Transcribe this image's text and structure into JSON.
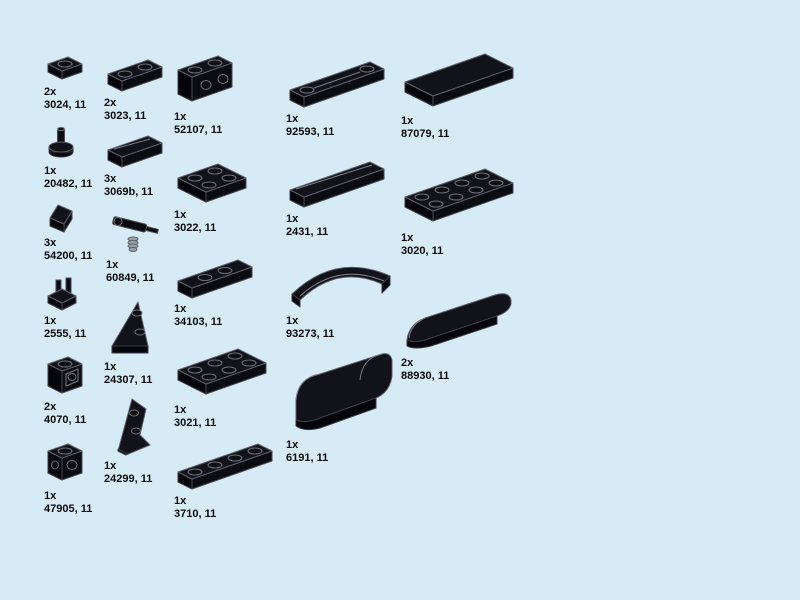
{
  "page": {
    "type": "lego-parts-inventory",
    "colors": {
      "background": "#d7ebf7",
      "part_color": "#0d0d13",
      "label_text": "#0a0a0a"
    }
  },
  "parts": [
    {
      "qty": "2x",
      "part": "3024, 11"
    },
    {
      "qty": "2x",
      "part": "3023, 11"
    },
    {
      "qty": "1x",
      "part": "52107, 11"
    },
    {
      "qty": "1x",
      "part": "92593, 11"
    },
    {
      "qty": "1x",
      "part": "87079, 11"
    },
    {
      "qty": "1x",
      "part": "20482, 11"
    },
    {
      "qty": "3x",
      "part": "3069b, 11"
    },
    {
      "qty": "1x",
      "part": "3022, 11"
    },
    {
      "qty": "1x",
      "part": "2431, 11"
    },
    {
      "qty": "1x",
      "part": "3020, 11"
    },
    {
      "qty": "3x",
      "part": "54200, 11"
    },
    {
      "qty": "1x",
      "part": "60849, 11"
    },
    {
      "qty": "1x",
      "part": "34103, 11"
    },
    {
      "qty": "1x",
      "part": "93273, 11"
    },
    {
      "qty": "2x",
      "part": "88930, 11"
    },
    {
      "qty": "1x",
      "part": "2555, 11"
    },
    {
      "qty": "1x",
      "part": "24307, 11"
    },
    {
      "qty": "1x",
      "part": "3021, 11"
    },
    {
      "qty": "2x",
      "part": "4070, 11"
    },
    {
      "qty": "1x",
      "part": "6191, 11"
    },
    {
      "qty": "1x",
      "part": "24299, 11"
    },
    {
      "qty": "1x",
      "part": "47905, 11"
    },
    {
      "qty": "1x",
      "part": "3710, 11"
    }
  ]
}
